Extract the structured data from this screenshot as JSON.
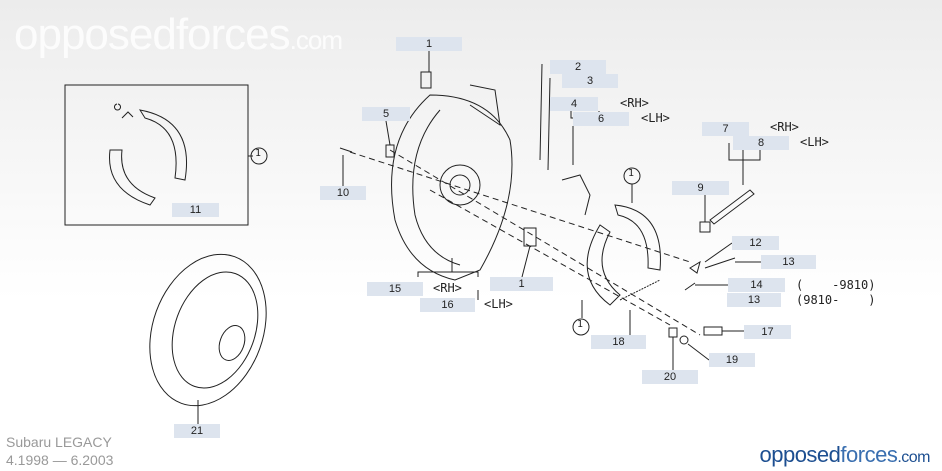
{
  "watermark": {
    "main": "opposedforces",
    "suffix": ".com"
  },
  "vehicle": {
    "model": "Subaru LEGACY",
    "period": "4.1998 — 6.2003"
  },
  "brand": {
    "part1": "opposed",
    "part2": "forces",
    "part3": ".com"
  },
  "callouts": [
    {
      "num": "1"
    },
    {
      "num": "2"
    },
    {
      "num": "3"
    },
    {
      "num": "4"
    },
    {
      "num": "6"
    },
    {
      "num": "5"
    },
    {
      "num": "7"
    },
    {
      "num": "8"
    },
    {
      "num": "9"
    },
    {
      "num": "10"
    },
    {
      "num": "11"
    },
    {
      "num": "12"
    },
    {
      "num": "13"
    },
    {
      "num": "14"
    },
    {
      "num": "13"
    },
    {
      "num": "15"
    },
    {
      "num": "16"
    },
    {
      "num": "1"
    },
    {
      "num": "17"
    },
    {
      "num": "18"
    },
    {
      "num": "19"
    },
    {
      "num": "20"
    },
    {
      "num": "21"
    }
  ],
  "notes": {
    "rh1": "<RH>",
    "lh1": "<LH>",
    "rh2": "<RH>",
    "lh2": "<LH>",
    "rh3": "<RH>",
    "lh3": "<LH>",
    "until": "(    -9810)",
    "from": "(9810-    )"
  },
  "ref_marks": [
    "1",
    "1",
    "1"
  ]
}
